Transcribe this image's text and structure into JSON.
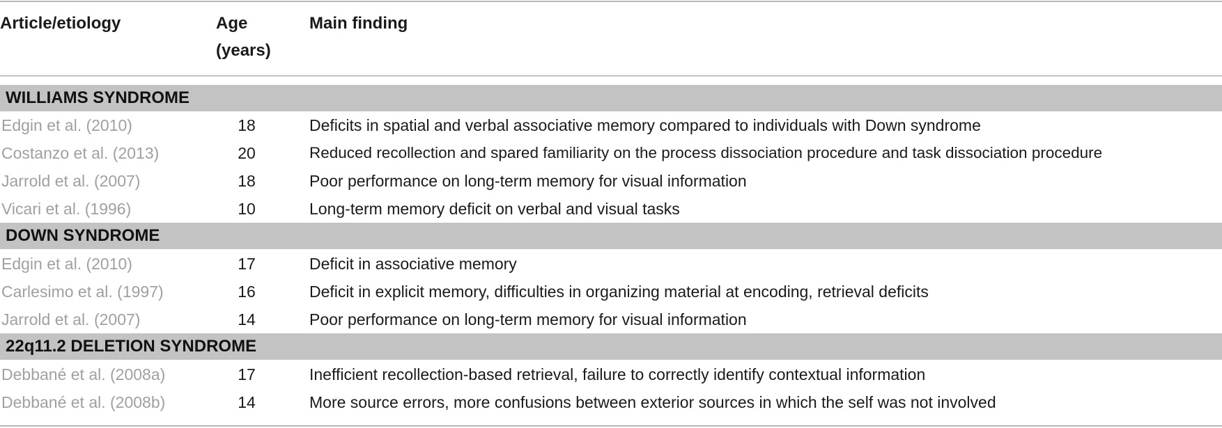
{
  "header": {
    "col1": "Article/etiology",
    "col2_line1": "Age",
    "col2_line2": "(years)",
    "col3": "Main finding"
  },
  "sections": [
    {
      "title": "WILLIAMS SYNDROME",
      "rows": [
        {
          "author": "Edgin et al. (2010)",
          "age": "18",
          "finding": "Deficits in spatial and verbal associative memory compared to individuals with Down syndrome"
        },
        {
          "author": "Costanzo et al. (2013)",
          "age": "20",
          "finding": "Reduced recollection and spared familiarity on the process dissociation procedure and task dissociation procedure"
        },
        {
          "author": "Jarrold et al. (2007)",
          "age": "18",
          "finding": "Poor performance on long-term memory for visual information"
        },
        {
          "author": "Vicari et al. (1996)",
          "age": "10",
          "finding": "Long-term memory deficit on verbal and visual tasks"
        }
      ]
    },
    {
      "title": "DOWN SYNDROME",
      "rows": [
        {
          "author": "Edgin et al. (2010)",
          "age": "17",
          "finding": "Deficit in associative memory"
        },
        {
          "author": "Carlesimo et al. (1997)",
          "age": "16",
          "finding": "Deficit in explicit memory, difficulties in organizing material at encoding, retrieval deficits"
        },
        {
          "author": "Jarrold et al. (2007)",
          "age": "14",
          "finding": "Poor performance on long-term memory for visual information"
        }
      ]
    },
    {
      "title": "22q11.2 DELETION SYNDROME",
      "rows": [
        {
          "author": "Debbané et al. (2008a)",
          "age": "17",
          "finding": "Inefficient recollection-based retrieval, failure to correctly identify contextual information"
        },
        {
          "author": "Debbané et al. (2008b)",
          "age": "14",
          "finding": "More source errors, more confusions between exterior sources in which the self was not involved"
        }
      ]
    }
  ]
}
